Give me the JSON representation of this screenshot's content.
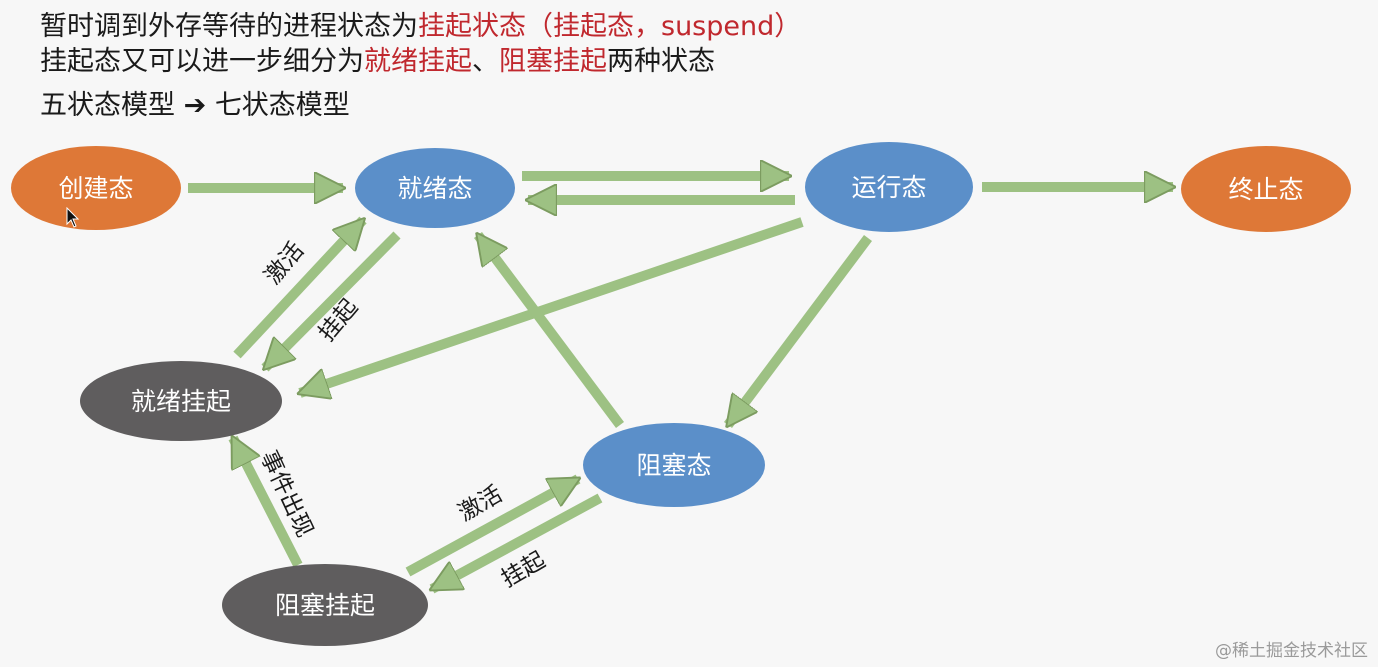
{
  "header": {
    "line1_prefix": "暂时调到外存等待的进程状态为",
    "line1_highlight": "挂起状态（挂起态，suspend）",
    "line2_prefix": "挂起态又可以进一步细分为",
    "line2_hl1": "就绪挂起",
    "line2_sep": "、",
    "line2_hl2": "阻塞挂起",
    "line2_suffix": "两种状态",
    "line3_left": "五状态模型",
    "line3_arrow": "➔",
    "line3_right": "七状态模型"
  },
  "nodes": {
    "create": "创建态",
    "ready": "就绪态",
    "running": "运行态",
    "terminated": "终止态",
    "ready_suspend": "就绪挂起",
    "blocked": "阻塞态",
    "blocked_suspend": "阻塞挂起"
  },
  "edge_labels": {
    "activate_ready": "激活",
    "suspend_ready": "挂起",
    "event_occurs": "事件出现",
    "activate_blocked": "激活",
    "suspend_blocked": "挂起"
  },
  "colors": {
    "orange_node": "#de7837",
    "blue_node": "#5b8fc9",
    "gray_node": "#5f5d5e",
    "arrow_fill": "#9dc183",
    "arrow_stroke": "#7c9c60",
    "highlight_text": "#c0282e"
  },
  "watermark": "@稀土掘金技术社区"
}
